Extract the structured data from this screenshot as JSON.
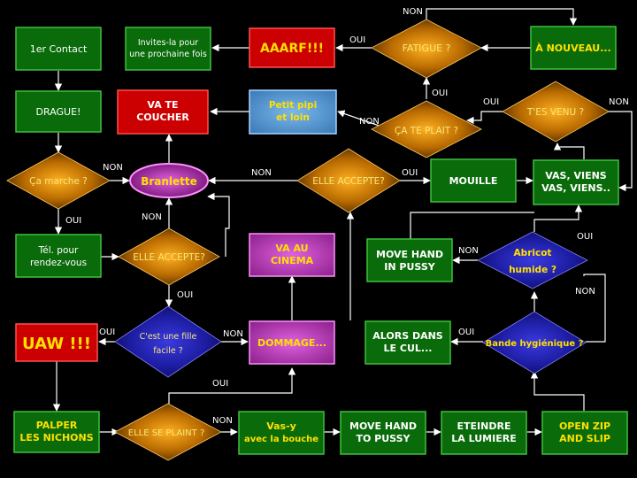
{
  "colors": {
    "background": "#000000",
    "green_fill": "#0a6b0a",
    "green_stroke": "#3fbf3f",
    "green_text": "#ffffff",
    "green_bold_text": "#ffffff",
    "diamond_yellow_text": "#f5e87a",
    "diamond_orange_inner": "#ffb020",
    "diamond_orange_outer": "#3a2000",
    "diamond_blue_inner": "#2f2fd0",
    "diamond_blue_outer": "#0a0a50",
    "red_fill": "#cc0000",
    "red_stroke": "#ff5050",
    "yellow_text": "#ffe000",
    "pink_fill": "#d040d0",
    "pink_stroke": "#ff90ff",
    "lightblue_fill": "#5a9ed8",
    "lightblue_stroke": "#a9d6ff",
    "edge": "#ffffff"
  },
  "nodes": {
    "premier_contact": "1er Contact",
    "drague": "DRAGUE!",
    "invites_line1": "Invites-la pour",
    "invites_line2": "une prochaine fois",
    "aaarf": "AAARF!!!",
    "fatigue": "FATIGUE ?",
    "a_nouveau": "À NOUVEAU...",
    "va_te_coucher_line1": "VA TE",
    "va_te_coucher_line2": "COUCHER",
    "petit_pipi_line1": "Petit pipi",
    "petit_pipi_line2": "et loin",
    "ca_te_plait": "ÇA TE PLAIT ?",
    "tes_venu": "T'ES VENU ?",
    "ca_marche": "Ça marche ?",
    "branlette": "Branlette",
    "elle_accepte_top": "ELLE ACCEPTE?",
    "mouille": "MOUILLE",
    "vas_viens_line1": "VAS, VIENS",
    "vas_viens_line2": "VAS, VIENS..",
    "tel_line1": "Tél. pour",
    "tel_line2": "rendez-vous",
    "elle_accepte_mid": "ELLE ACCEPTE?",
    "va_cinema_line1": "VA AU",
    "va_cinema_line2": "CINEMA",
    "move_hand_pussy_line1": "MOVE HAND",
    "move_hand_pussy_line2": "IN PUSSY",
    "abricot_line1": "Abricot",
    "abricot_line2": "humide ?",
    "uaw": "UAW !!!",
    "fille_facile_line1": "C'est une fille",
    "fille_facile_line2": "facile ?",
    "dommage": "DOMMAGE...",
    "alors_cul_line1": "ALORS DANS",
    "alors_cul_line2": "LE CUL...",
    "bande": "Bande hygiénique ?",
    "palper_line1": "PALPER",
    "palper_line2": "LES NICHONS",
    "elle_se_plaint": "ELLE SE PLAINT ?",
    "vas_y_line1": "Vas-y",
    "vas_y_line2": "avec la bouche",
    "move_to_pussy_line1": "MOVE HAND",
    "move_to_pussy_line2": "TO PUSSY",
    "eteindre_line1": "ETEINDRE",
    "eteindre_line2": "LA LUMIERE",
    "open_zip_line1": "OPEN ZIP",
    "open_zip_line2": "AND SLIP"
  },
  "edge_labels": {
    "fatigue_non": "NON",
    "fatigue_oui": "OUI",
    "ca_te_plait_oui": "OUI",
    "ca_te_plait_non": "NON",
    "tes_venu_oui": "OUI",
    "tes_venu_non": "NON",
    "ca_marche_non": "NON",
    "ca_marche_oui": "OUI",
    "elle_accepte_top_non": "NON",
    "elle_accepte_top_oui": "OUI",
    "elle_accepte_mid_non": "NON",
    "elle_accepte_mid_oui": "OUI",
    "abricot_non": "NON",
    "abricot_oui": "OUI",
    "fille_oui": "OUI",
    "fille_non": "NON",
    "bande_oui": "OUI",
    "bande_non": "NON",
    "plaint_oui": "OUI",
    "plaint_non": "NON"
  }
}
